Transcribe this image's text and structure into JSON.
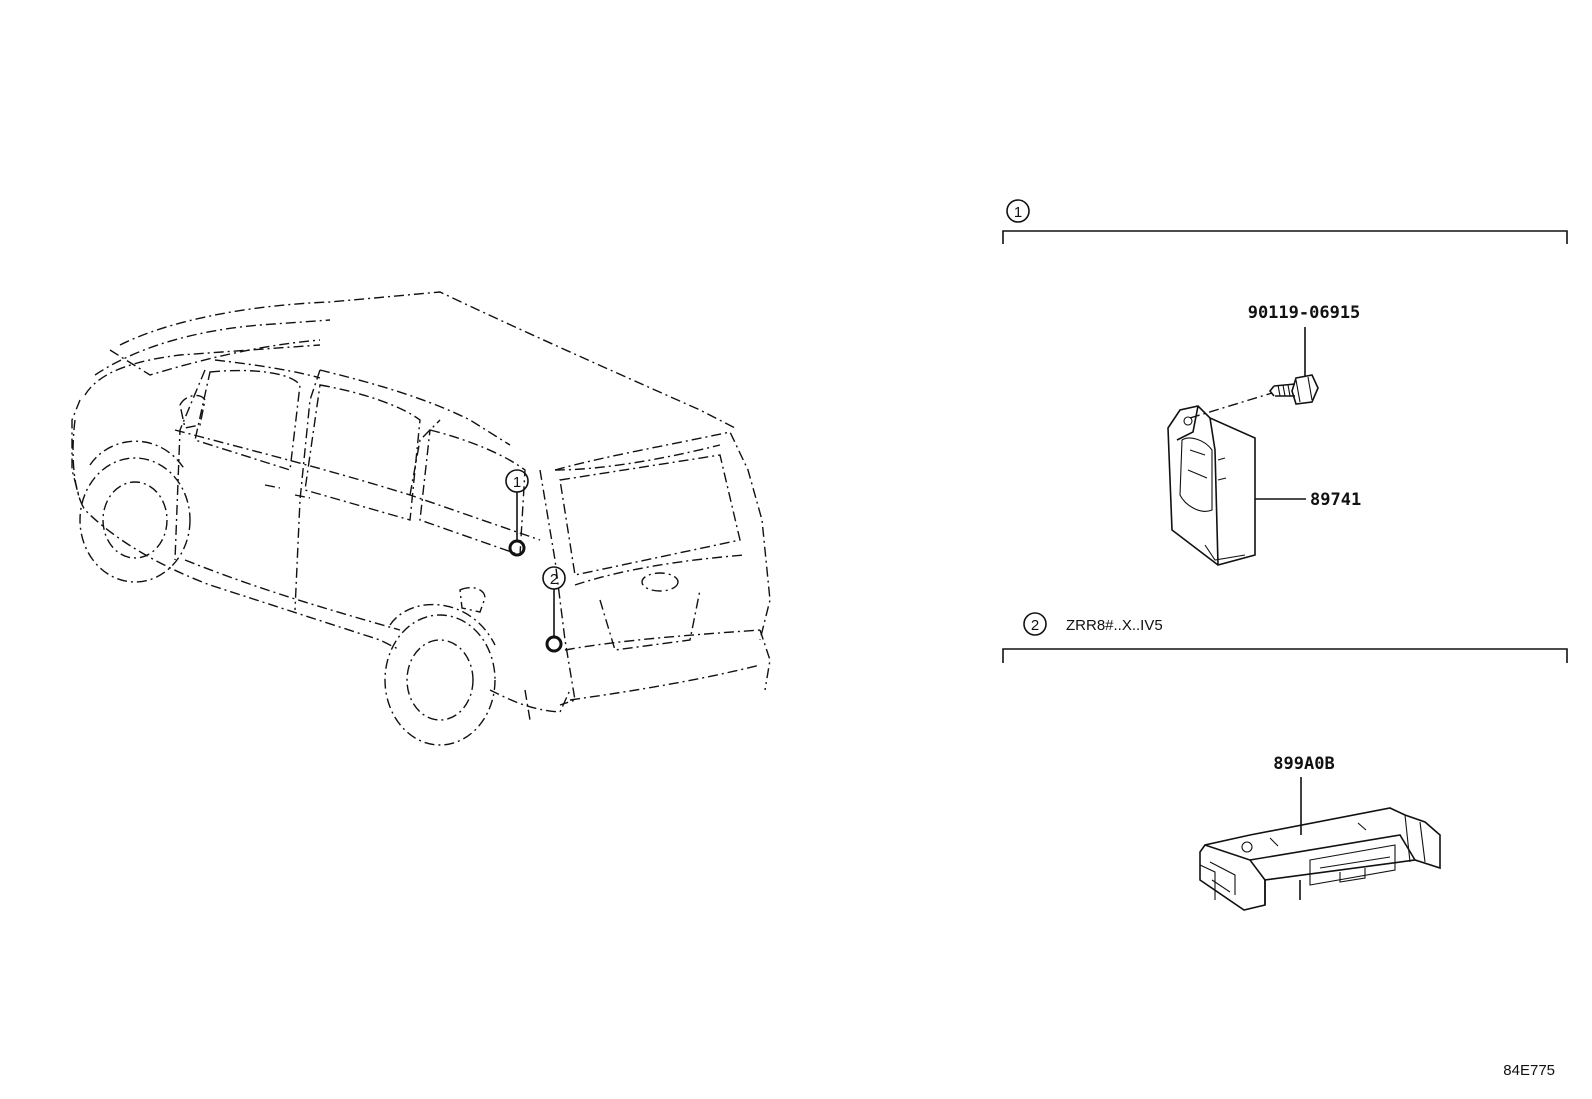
{
  "callouts": {
    "one": "1",
    "two": "2"
  },
  "sections": [
    {
      "number": "1",
      "condition": ""
    },
    {
      "number": "2",
      "condition": "ZRR8#..X..IV5"
    }
  ],
  "parts": {
    "bolt": "90119-06915",
    "module": "89741",
    "sensor": "899A0B"
  },
  "diagram_id": "84E775"
}
